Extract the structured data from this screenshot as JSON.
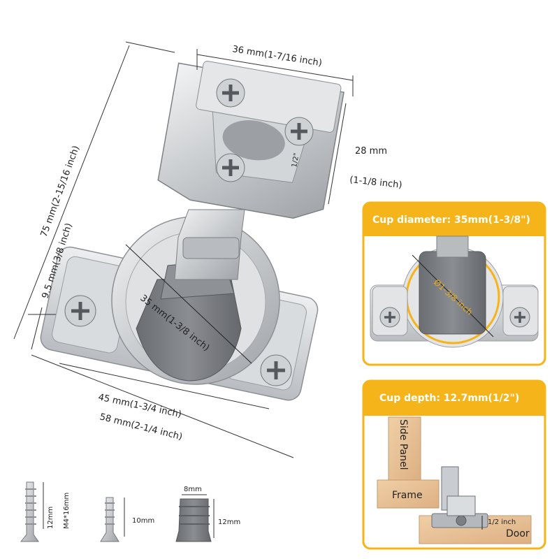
{
  "dimensions": {
    "top_width": "36 mm(1-7/16 inch)",
    "right_height": "28 mm",
    "right_height_inch": "(1-1/8 inch)",
    "total_length": "75 mm(2-15/16 inch)",
    "offset": "9.5 mm(3/8 inch)",
    "cup_on_hinge": "35 mm(1-3/8 inch)",
    "screw_spacing": "45 mm(1-3/4 inch)",
    "base_width": "58 mm(2-1/4 inch)",
    "overlay_mark": "1/2\""
  },
  "cup_panel": {
    "title": "Cup diameter: 35mm(1-3/8\")",
    "circle_label": "Ø1-3/8 inch"
  },
  "depth_panel": {
    "title": "Cup depth: 12.7mm(1/2\")",
    "side_panel_label": "Side Panel",
    "frame_label": "Frame",
    "door_label": "Door",
    "depth_label": "1/2 inch"
  },
  "hardware": {
    "screw1_length": "12mm",
    "screw1_spec": "M4*16mm",
    "screw2_length": "10mm",
    "dowel_width": "8mm",
    "dowel_length": "12mm"
  },
  "colors": {
    "accent": "#F4B41A",
    "metal": "#C9CCD0",
    "plastic": "#7C7F84",
    "wood": "#E7C39A"
  }
}
